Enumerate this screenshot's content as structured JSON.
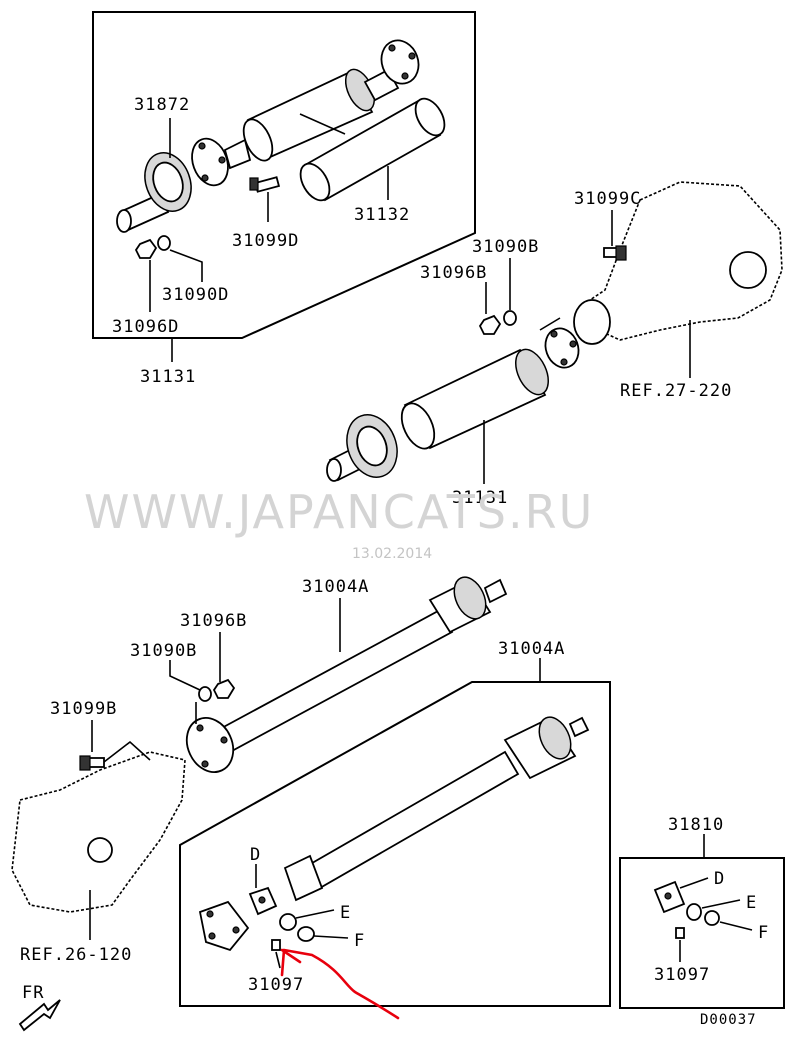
{
  "watermark": "WWW.JAPANCATS.RU",
  "date": "13.02.2014",
  "diagram_code": "D00037",
  "direction_label": "FR",
  "labels": {
    "p31872": "31872",
    "p31132": "31132",
    "p31099D": "31099D",
    "p31090D": "31090D",
    "p31096D": "31096D",
    "p31131_box": "31131",
    "p31099C": "31099C",
    "p31090B_top": "31090B",
    "p31096B_top": "31096B",
    "ref27": "REF.27-220",
    "p31131": "31131",
    "p31004A_top": "31004A",
    "p31096B_mid": "31096B",
    "p31090B_mid": "31090B",
    "p31004A_box": "31004A",
    "p31099B": "31099B",
    "ref26": "REF.26-120",
    "pD_left": "D",
    "pE_left": "E",
    "pF_left": "F",
    "p31097_left": "31097",
    "p31810": "31810",
    "pD_right": "D",
    "pE_right": "E",
    "pF_right": "F",
    "p31097_right": "31097"
  },
  "colors": {
    "annotation": "#e8000d",
    "watermark": "#d4d4d4"
  }
}
